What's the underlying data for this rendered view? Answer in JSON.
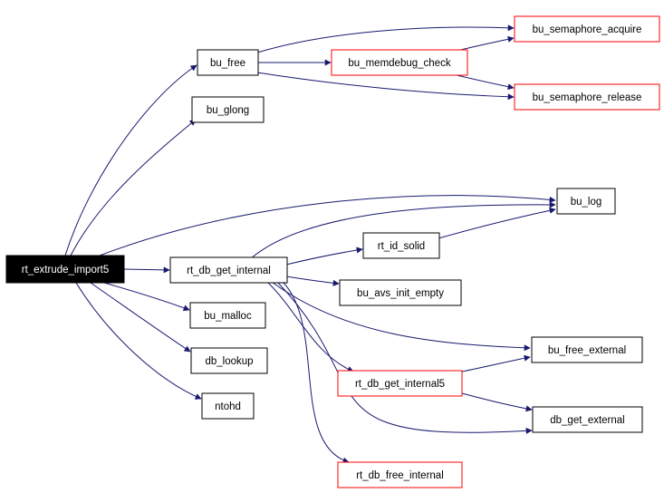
{
  "colors": {
    "background": "#ffffff",
    "edge": "#191970",
    "box_border_black": "#000000",
    "box_border_red": "#ff0000",
    "root_fill": "#000000",
    "root_text": "#ffffff",
    "text": "#000000"
  },
  "nodes": {
    "rt_extrude_import5": "rt_extrude_import5",
    "bu_free": "bu_free",
    "bu_glong": "bu_glong",
    "bu_memdebug_check": "bu_memdebug_check",
    "bu_semaphore_acquire": "bu_semaphore_acquire",
    "bu_semaphore_release": "bu_semaphore_release",
    "bu_log": "bu_log",
    "rt_db_get_internal": "rt_db_get_internal",
    "rt_id_solid": "rt_id_solid",
    "bu_avs_init_empty": "bu_avs_init_empty",
    "bu_malloc": "bu_malloc",
    "db_lookup": "db_lookup",
    "ntohd": "ntohd",
    "bu_free_external": "bu_free_external",
    "rt_db_get_internal5": "rt_db_get_internal5",
    "db_get_external": "db_get_external",
    "rt_db_free_internal": "rt_db_free_internal"
  }
}
